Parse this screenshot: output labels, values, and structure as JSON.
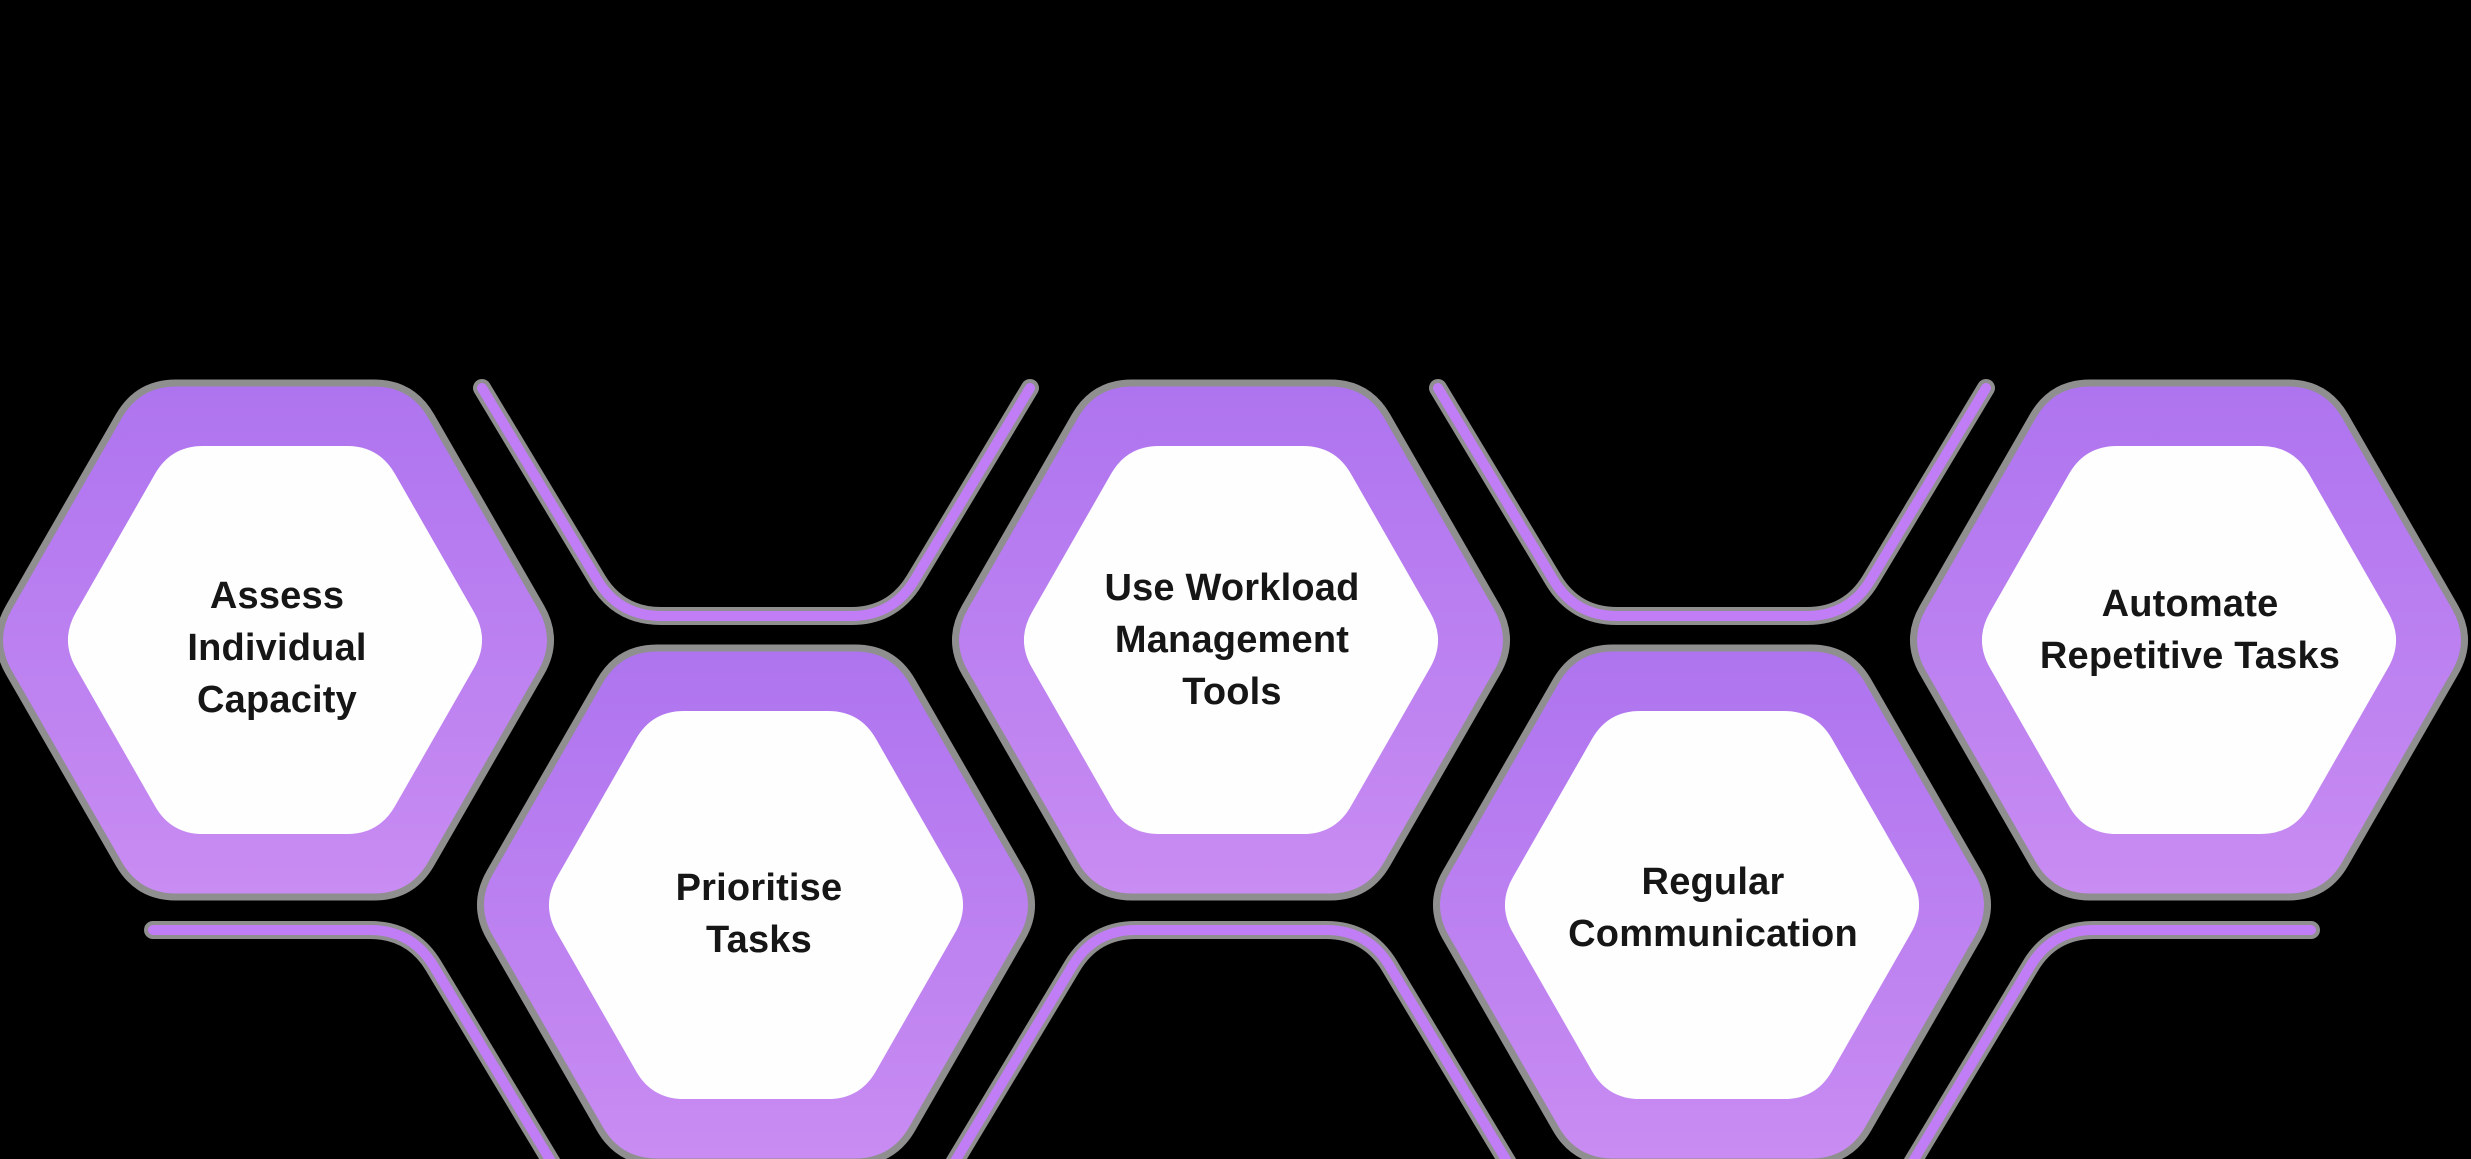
{
  "diagram": {
    "name": "workload-management-honeycomb",
    "background": "#000000",
    "colors": {
      "border_gradient_top": "#ae74ef",
      "border_gradient_bottom": "#c98cf2",
      "cell_fill": "#fefefe",
      "outline_stroke": "#c07df5",
      "edge_fringe": "#8f8f8f",
      "text": "#161616"
    },
    "steps": [
      {
        "label": "Assess Individual Capacity",
        "row": "top",
        "column": 1
      },
      {
        "label": "Prioritise Tasks",
        "row": "bottom",
        "column": 2
      },
      {
        "label": "Use Workload Management Tools",
        "row": "top",
        "column": 3
      },
      {
        "label": "Regular Communication",
        "row": "bottom",
        "column": 4
      },
      {
        "label": "Automate Repetitive Tasks",
        "row": "top",
        "column": 5
      }
    ],
    "decor_outline_cells": [
      {
        "row": "above",
        "column": 2,
        "visible": "bottom-half"
      },
      {
        "row": "above",
        "column": 4,
        "visible": "bottom-half"
      },
      {
        "row": "below",
        "column": 1,
        "visible": "top-edge-and-right-diagonal"
      },
      {
        "row": "below",
        "column": 3,
        "visible": "top-half"
      },
      {
        "row": "below",
        "column": 5,
        "visible": "left-diagonal-and-top-edge"
      }
    ]
  }
}
